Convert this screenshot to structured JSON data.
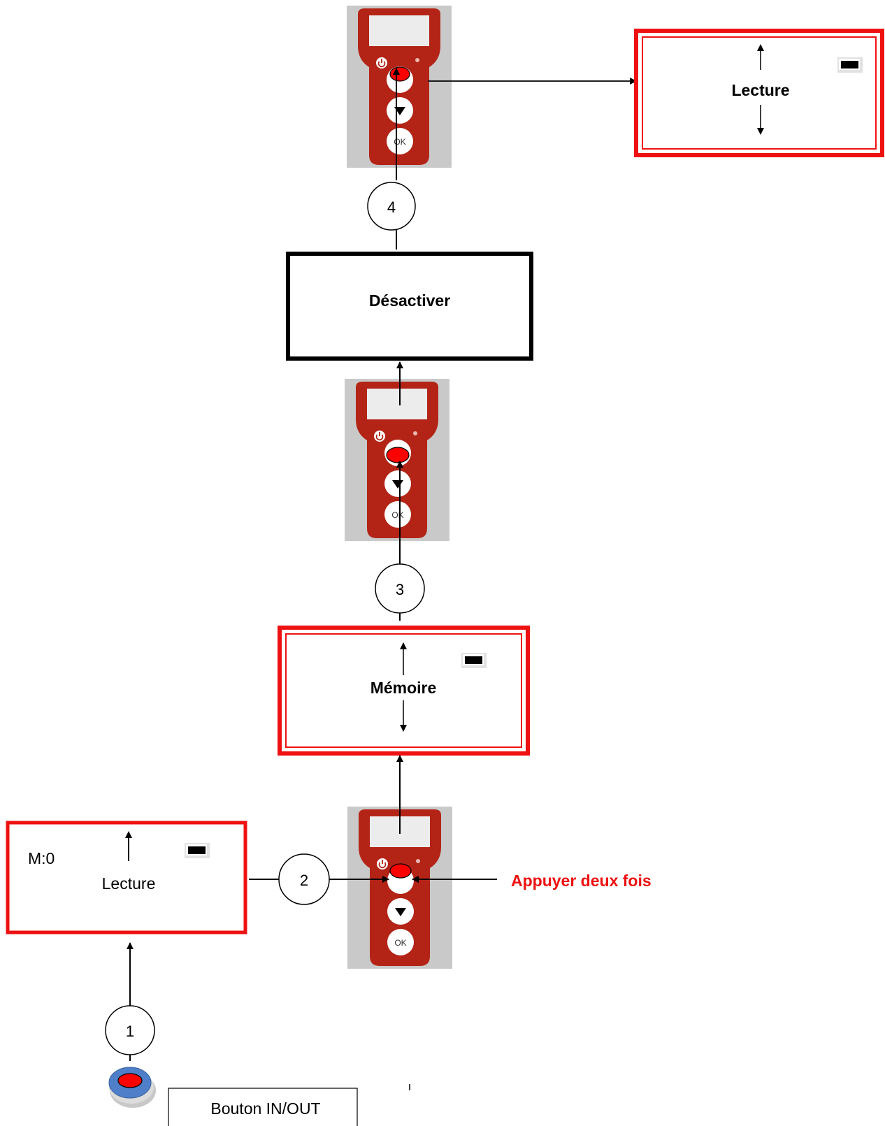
{
  "colors": {
    "accent_red": "#ee1111",
    "remote_red": "#b32416",
    "remote_bg": "#c9c9c9",
    "screen": "#ececec",
    "button_blue": "#4f7fc9"
  },
  "steps": {
    "one": "1",
    "two": "2",
    "three": "3",
    "four": "4"
  },
  "screen_bottom": {
    "label": "Lecture",
    "counter": "M:0"
  },
  "screen_memoire": {
    "label": "Mémoire"
  },
  "box_desactiver": {
    "label": "Désactiver"
  },
  "screen_top": {
    "label": "Lecture"
  },
  "instruction": {
    "text": "Appuyer deux fois"
  },
  "inout_button": {
    "label": "Bouton IN/OUT"
  },
  "remote": {
    "ok_label": "OK"
  },
  "icons": [
    "power-icon",
    "up-arrow-icon",
    "down-arrow-icon",
    "round-button-icon"
  ]
}
